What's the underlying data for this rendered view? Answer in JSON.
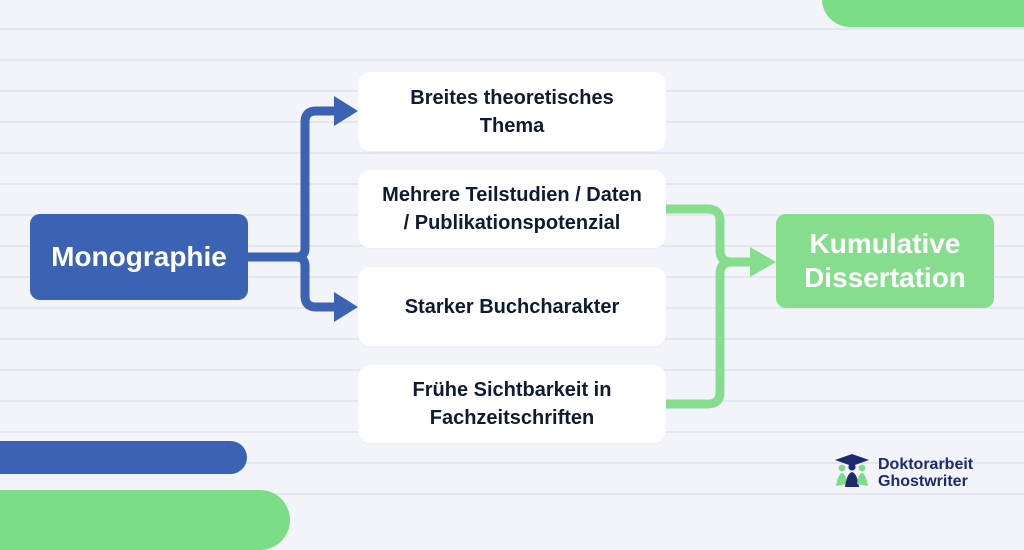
{
  "diagram": {
    "source": {
      "label": "Monographie",
      "color": "#3b62b3"
    },
    "criteria": [
      {
        "lines": [
          "Breites theoretisches",
          "Thema"
        ]
      },
      {
        "lines": [
          "Mehrere Teilstudien / Daten",
          "/ Publikationspotenzial"
        ]
      },
      {
        "lines": [
          "Starker Buchcharakter"
        ]
      },
      {
        "lines": [
          "Frühe Sichtbarkeit in",
          "Fachzeitschriften"
        ]
      }
    ],
    "target": {
      "lines": [
        "Kumulative",
        "Dissertation"
      ],
      "color": "#86dd8e"
    },
    "connections": [
      {
        "from": "Monographie",
        "to": "Breites theoretisches Thema",
        "color": "#3b62b3"
      },
      {
        "from": "Monographie",
        "to": "Starker Buchcharakter",
        "color": "#3b62b3"
      },
      {
        "from": "Mehrere Teilstudien / Daten / Publikationspotenzial",
        "to": "Kumulative Dissertation",
        "color": "#86dd8e"
      },
      {
        "from": "Frühe Sichtbarkeit in Fachzeitschriften",
        "to": "Kumulative Dissertation",
        "color": "#86dd8e"
      }
    ]
  },
  "brand": {
    "line1": "Doktorarbeit",
    "line2": "Ghostwriter",
    "icon": "graduate-figures-logo-icon",
    "colors": {
      "primary": "#1e2a6e",
      "accent": "#7bde86"
    }
  }
}
